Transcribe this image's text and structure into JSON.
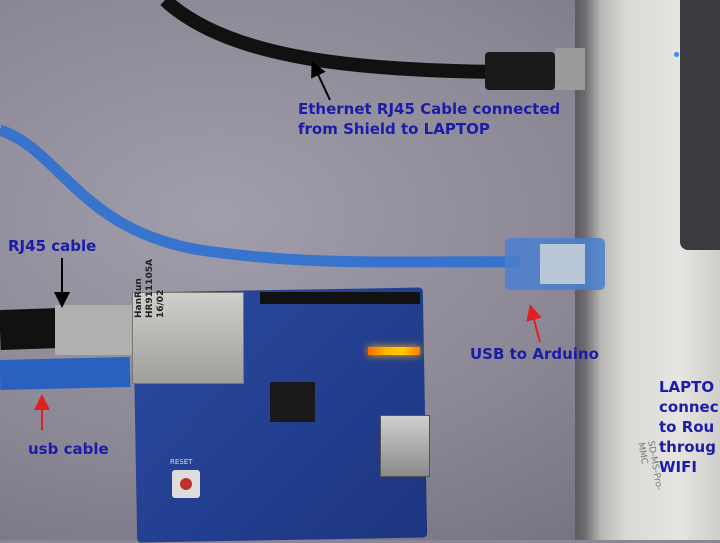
{
  "annotations": {
    "ethernet": [
      "Ethernet RJ45 Cable connected",
      "from Shield to LAPTOP"
    ],
    "rj45_cable": "RJ45 cable",
    "usb_to_arduino": "USB to Arduino",
    "usb_cable": "usb cable",
    "laptop": [
      "LAPTO",
      "connec",
      "to Rou",
      "throug",
      "WIFI"
    ]
  },
  "photo_labels": {
    "jack_brand": "HanRun",
    "jack_model": "HR911105A",
    "jack_date": "16/02",
    "reset": "RESET",
    "card_slot": "SD-MS-Pro-MMC"
  },
  "colors": {
    "annotation_text": "#1c1ca8",
    "arrow_red": "#e02020",
    "arrow_black": "#000000",
    "board_blue": "#1d3580",
    "usb_cable_blue": "#2e6fd0"
  }
}
